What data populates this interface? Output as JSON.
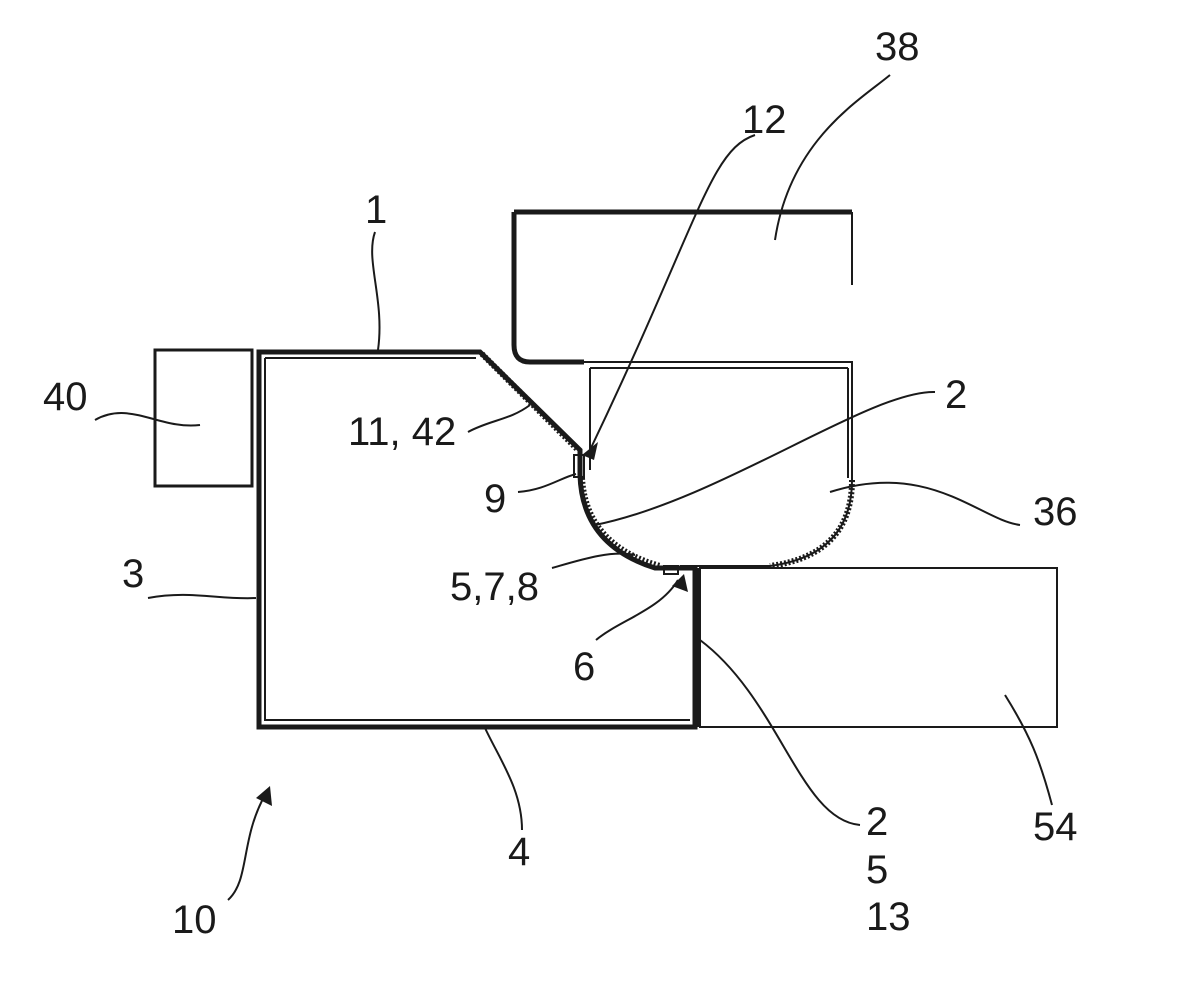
{
  "labels": {
    "l38": "38",
    "l12": "12",
    "l1": "1",
    "l2_top": "2",
    "l40": "40",
    "l11_42": "11, 42",
    "l9": "9",
    "l36": "36",
    "l3": "3",
    "l5_7_8": "5,7,8",
    "l6": "6",
    "l4": "4",
    "l2_bottom": "2",
    "l5": "5",
    "l13": "13",
    "l54": "54",
    "l10": "10"
  },
  "colors": {
    "ink": "#1a1a1a",
    "background": "#ffffff"
  }
}
